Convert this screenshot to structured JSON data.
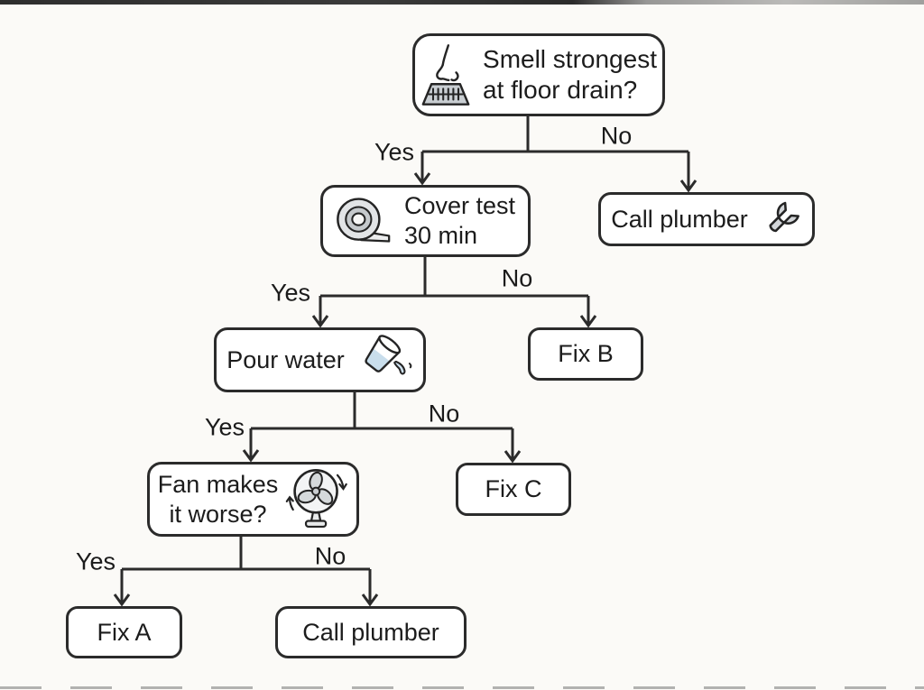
{
  "diagram": {
    "type": "flowchart",
    "topic": "Floor drain smell troubleshooting decision tree",
    "colors": {
      "background": "#FBFAF7",
      "node_fill": "#FFFFFF",
      "stroke": "#2B2B2B",
      "text": "#1C1C1C",
      "icon_gray": "#CDD1D4",
      "water_blue": "#C9DEEC"
    },
    "nodes": {
      "smell": {
        "lines": [
          "Smell strongest",
          "at floor drain?"
        ],
        "icon": "nose-floor-drain-icon"
      },
      "cover": {
        "lines": [
          "Cover test",
          "30 min"
        ],
        "icon": "tape-roll-icon"
      },
      "plumber_top": {
        "label": "Call plumber",
        "icon": "wrench-icon"
      },
      "pour": {
        "label": "Pour water",
        "icon": "pouring-water-icon"
      },
      "fix_b": {
        "label": "Fix B"
      },
      "fan": {
        "lines": [
          "Fan makes",
          "it worse?"
        ],
        "icon": "fan-icon"
      },
      "fix_c": {
        "label": "Fix C"
      },
      "fix_a": {
        "label": "Fix A"
      },
      "plumber_bottom": {
        "label": "Call plumber"
      }
    },
    "edges": [
      {
        "from": "smell",
        "to": "cover",
        "label": "Yes"
      },
      {
        "from": "smell",
        "to": "plumber_top",
        "label": "No"
      },
      {
        "from": "cover",
        "to": "pour",
        "label": "Yes"
      },
      {
        "from": "cover",
        "to": "fix_b",
        "label": "No"
      },
      {
        "from": "pour",
        "to": "fan",
        "label": "Yes"
      },
      {
        "from": "pour",
        "to": "fix_c",
        "label": "No"
      },
      {
        "from": "fan",
        "to": "fix_a",
        "label": "Yes"
      },
      {
        "from": "fan",
        "to": "plumber_bottom",
        "label": "No"
      }
    ]
  }
}
